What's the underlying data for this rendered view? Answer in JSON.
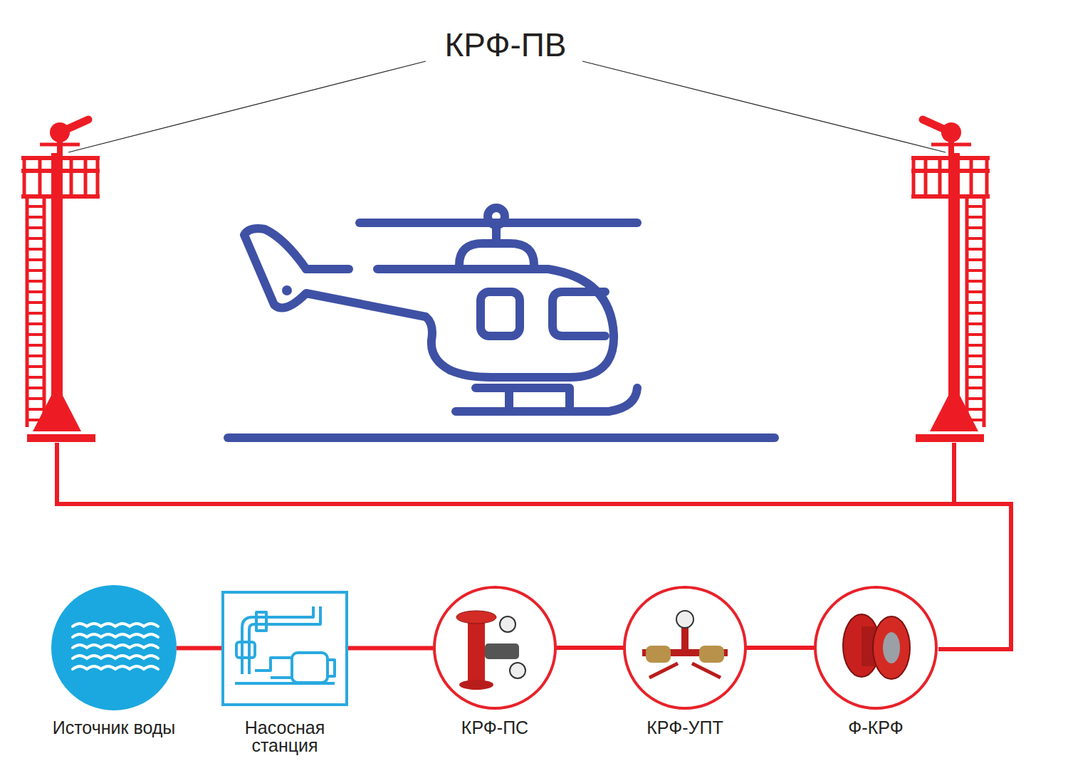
{
  "diagram": {
    "title": "КРФ-ПВ",
    "nodes": [
      {
        "text": [
          "Источник воды"
        ]
      },
      {
        "text": [
          "Насосная станция"
        ]
      },
      {
        "text": [
          "КРФ-ПС"
        ]
      },
      {
        "text": [
          "КРФ-УПТ"
        ]
      },
      {
        "text": [
          "Ф-КРФ"
        ]
      }
    ],
    "edges": [
      {
        "from": 0,
        "to": 1,
        "arrow": "none"
      },
      {
        "from": 1,
        "to": 2,
        "arrow": "none"
      },
      {
        "from": 2,
        "to": 3,
        "arrow": "none"
      },
      {
        "from": 3,
        "to": 4,
        "arrow": "none"
      }
    ]
  }
}
